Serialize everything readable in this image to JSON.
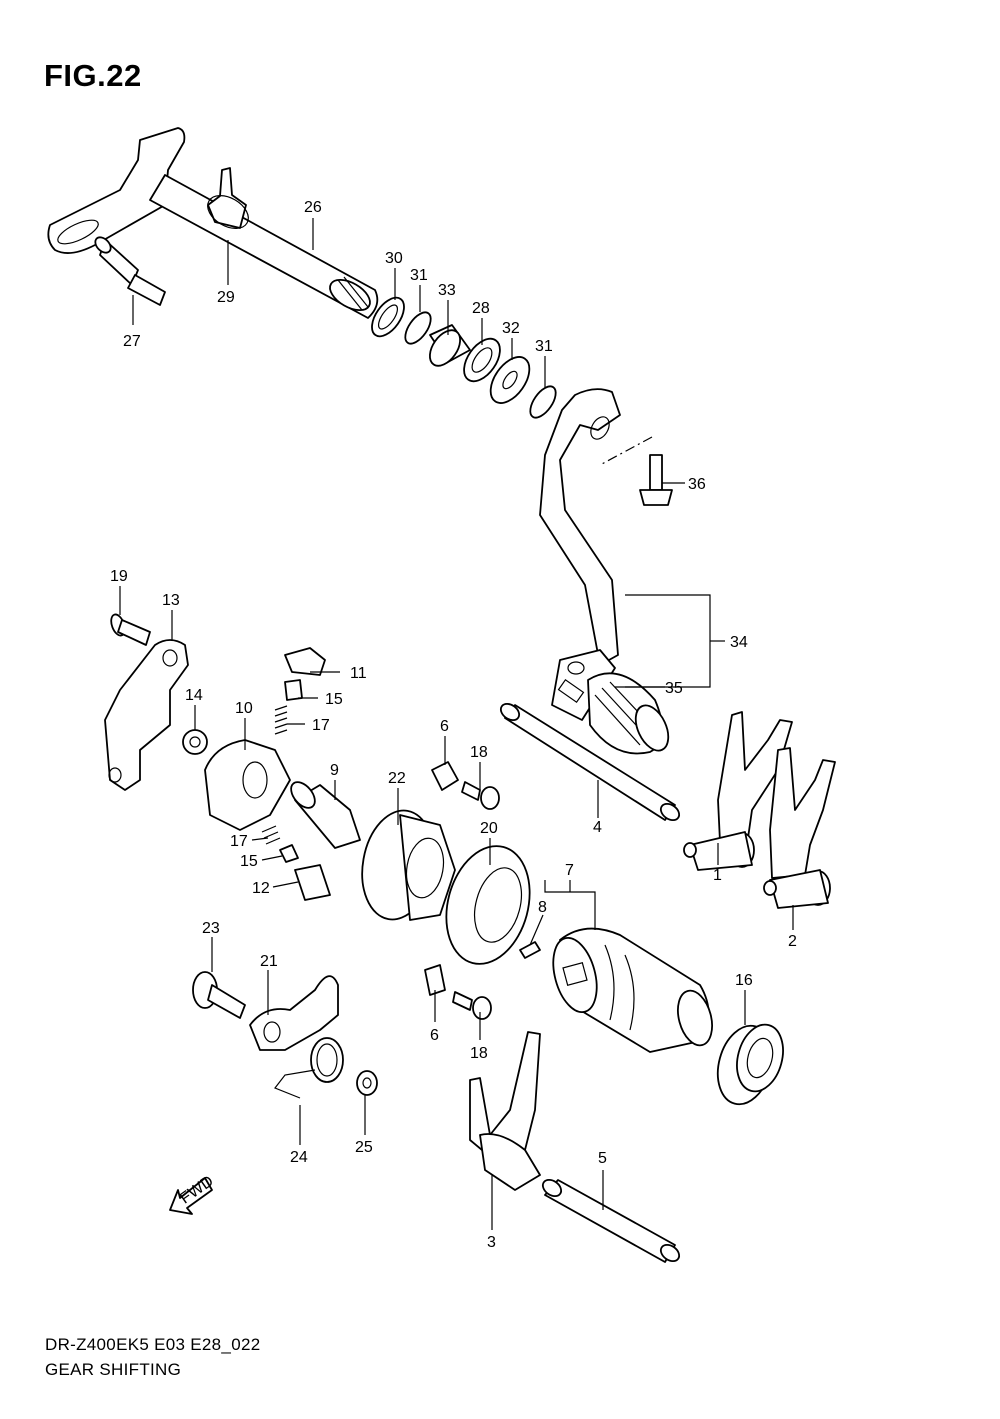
{
  "figure": {
    "title": "FIG.22",
    "model_code": "DR-Z400EK5 E03 E28_022",
    "section_name": "GEAR SHIFTING"
  },
  "fwd_label": "FWD",
  "callouts": {
    "c1": "1",
    "c2": "2",
    "c3": "3",
    "c4": "4",
    "c5": "5",
    "c6a": "6",
    "c6b": "6",
    "c7": "7",
    "c8": "8",
    "c9": "9",
    "c10": "10",
    "c11": "11",
    "c12": "12",
    "c13": "13",
    "c14": "14",
    "c15a": "15",
    "c15b": "15",
    "c16": "16",
    "c17a": "17",
    "c17b": "17",
    "c18a": "18",
    "c18b": "18",
    "c19": "19",
    "c20": "20",
    "c21": "21",
    "c22": "22",
    "c23": "23",
    "c24": "24",
    "c25": "25",
    "c26": "26",
    "c27": "27",
    "c28": "28",
    "c29": "29",
    "c30": "30",
    "c31a": "31",
    "c31b": "31",
    "c32": "32",
    "c33": "33",
    "c34": "34",
    "c35": "35",
    "c36": "36"
  }
}
